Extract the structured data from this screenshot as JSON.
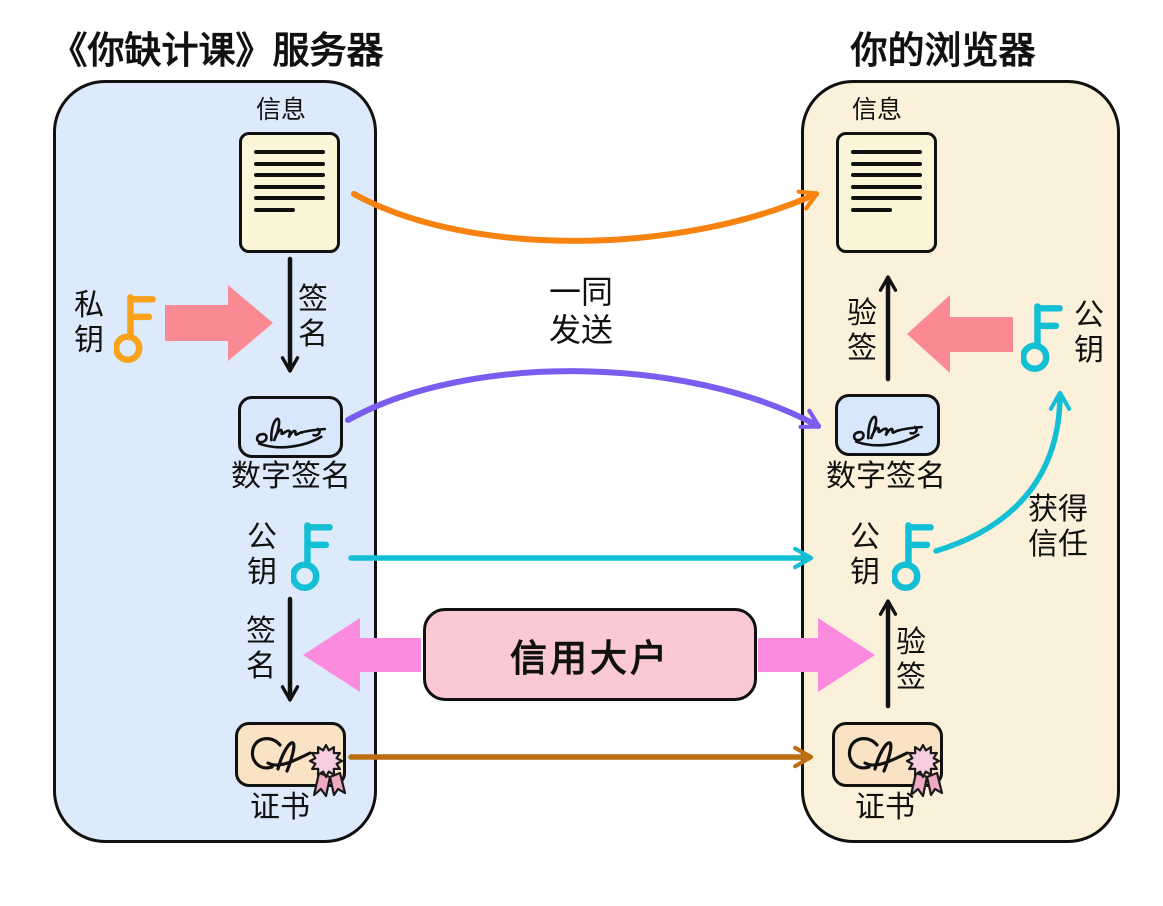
{
  "titles": {
    "server": "《你缺计课》服务器",
    "browser": "你的浏览器"
  },
  "labels": {
    "message": "信息",
    "private_key": "私钥",
    "public_key": "公钥",
    "sign": "签名",
    "verify": "验签",
    "digital_signature": "数字签名",
    "certificate": "证书",
    "send_together": "一同发送",
    "gain_trust": "获得信任",
    "trust_authority": "信用大户"
  },
  "icons": {
    "document": "document-with-text-lines-icon",
    "private_key": "key-icon",
    "public_key": "key-icon",
    "signature": "handwritten-signature-icon",
    "ca_seal": "ca-signature-rosette-icon"
  },
  "colors": {
    "server_panel": "#DCEAFB",
    "browser_panel": "#FBF0DA",
    "document_fill": "#FBF6D8",
    "signature_fill": "#D8E7FC",
    "certificate_fill": "#FAE3C4",
    "trust_box_fill": "#FBC9D3",
    "message_curve": "#F8820E",
    "signature_curve": "#7A5CEE",
    "public_key_line": "#13BFD4",
    "certificate_line": "#BC6E12",
    "private_key_icon": "#F9A21C",
    "public_key_icon": "#13BFD4",
    "key_apply_arrow": "#F98A93",
    "trust_side_arrow": "#FB8BDE",
    "ink": "#111111"
  }
}
